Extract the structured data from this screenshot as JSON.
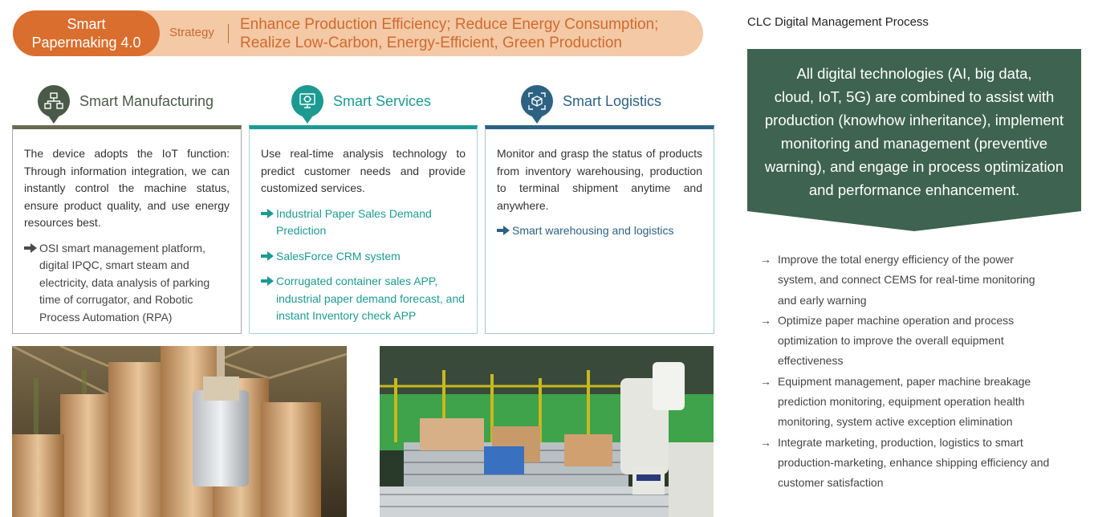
{
  "banner": {
    "pill_line1": "Smart",
    "pill_line2": "Papermaking 4.0",
    "strategy_label": "Strategy",
    "text_line1": "Enhance Production Efficiency; Reduce Energy Consumption;",
    "text_line2": "Realize Low-Carbon, Energy-Efficient, Green Production"
  },
  "columns": {
    "manufacturing": {
      "title": "Smart Manufacturing",
      "icon": "factory-network-icon",
      "color": "#4a5a48",
      "description": "The device adopts the IoT function: Through information integration, we can instantly control the machine status, ensure product quality, and use energy resources best.",
      "items": [
        "OSI smart management platform, digital IPQC, smart steam and electricity, data analysis of parking time of corrugator, and Robotic Process Automation (RPA)"
      ]
    },
    "services": {
      "title": "Smart Services",
      "icon": "monitor-analytics-icon",
      "color": "#1c9a92",
      "description": "Use real-time analysis technology to predict customer needs and provide customized services.",
      "items": [
        "Industrial Paper Sales Demand Prediction",
        "SalesForce CRM system",
        "Corrugated container sales APP, industrial paper demand forecast, and instant Inventory check APP"
      ]
    },
    "logistics": {
      "title": "Smart Logistics",
      "icon": "scan-box-icon",
      "color": "#2d6283",
      "description": "Monitor and grasp the status of products from inventory warehousing, production to terminal shipment anytime and anywhere.",
      "items": [
        "Smart warehousing and logistics"
      ]
    }
  },
  "right_panel": {
    "title": "CLC Digital Management Process",
    "summary_lines": [
      "All digital technologies (AI, big data,",
      "cloud, IoT, 5G) are combined to assist with",
      "production (knowhow inheritance), implement",
      "monitoring and management (preventive",
      "warning), and engage in process optimization",
      "and performance enhancement."
    ],
    "arrow_glyph": "→",
    "points": [
      [
        "Improve the total energy efficiency of the power",
        "system, and connect CEMS for real-time monitoring",
        "and early warning"
      ],
      [
        "Optimize paper machine operation and process",
        "optimization to improve the overall equipment",
        "effectiveness"
      ],
      [
        "Equipment management, paper machine breakage",
        "prediction monitoring, equipment operation health",
        "monitoring, system active exception elimination"
      ],
      [
        "Integrate marketing, production, logistics to smart",
        "production-marketing, enhance shipping efficiency and",
        "customer satisfaction"
      ]
    ]
  },
  "colors": {
    "banner_bg": "#f3c9a6",
    "banner_accent": "#d96e2e",
    "panel_green": "#3e6350",
    "panel_gray": "#e8e8e8"
  }
}
